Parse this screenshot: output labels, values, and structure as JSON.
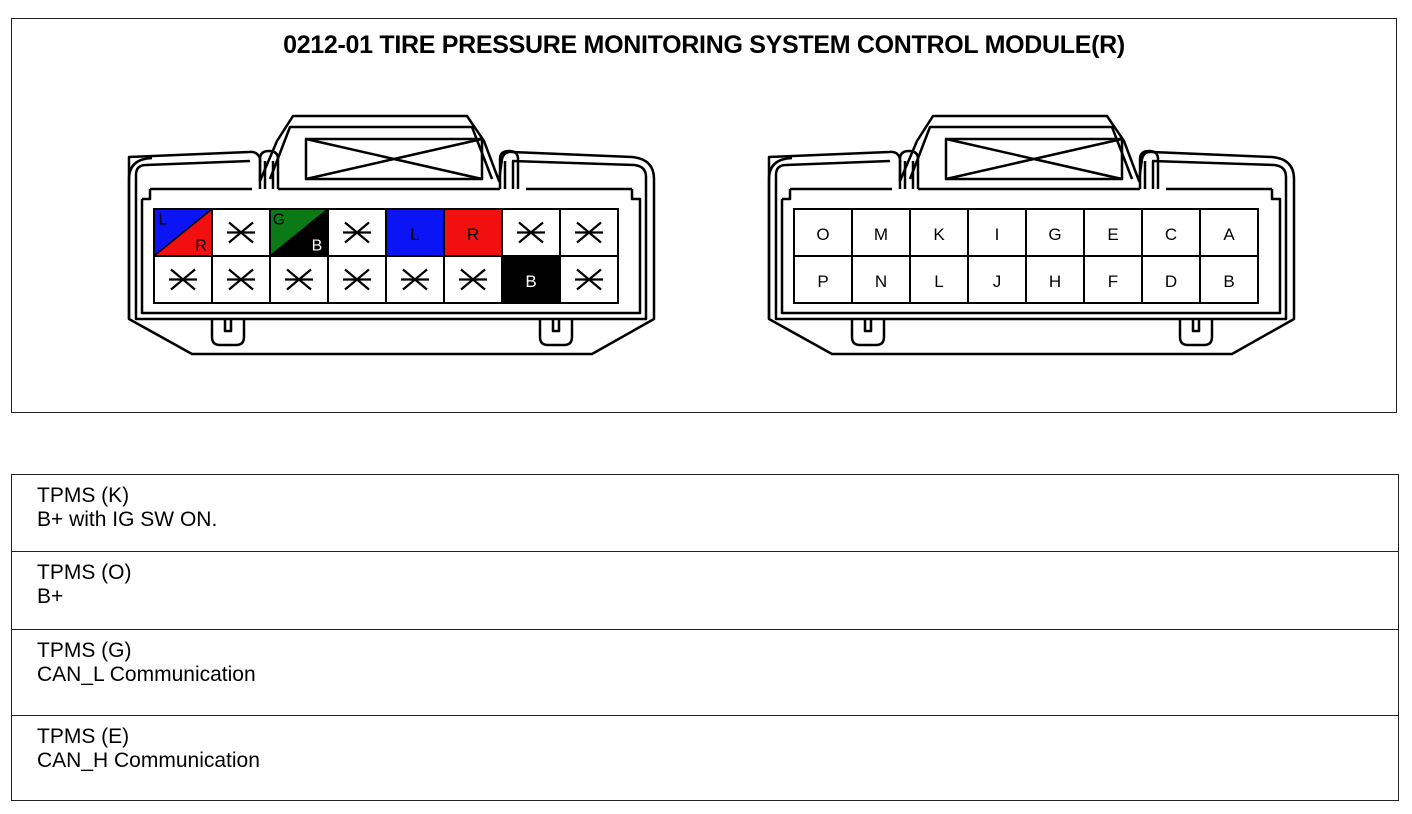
{
  "title": "0212-01 TIRE PRESSURE MONITORING SYSTEM CONTROL MODULE(R)",
  "colors": {
    "blue": "#0a14f5",
    "red": "#f20f0f",
    "green": "#0b7a16",
    "black": "#000000",
    "outline": "#000000"
  },
  "left_connector": {
    "rows": [
      [
        {
          "type": "split",
          "top": "L",
          "bottom": "R",
          "top_color": "#0a14f5",
          "bottom_color": "#f20f0f",
          "top_text_color": "#000000",
          "bottom_text_color": "#000000"
        },
        {
          "type": "empty"
        },
        {
          "type": "split",
          "top": "G",
          "bottom": "B",
          "top_color": "#0b7a16",
          "bottom_color": "#000000",
          "top_text_color": "#000000",
          "bottom_text_color": "#ffffff"
        },
        {
          "type": "empty"
        },
        {
          "type": "solid",
          "label": "L",
          "color": "#0a14f5",
          "text_color": "#000000"
        },
        {
          "type": "solid",
          "label": "R",
          "color": "#f20f0f",
          "text_color": "#000000"
        },
        {
          "type": "empty"
        },
        {
          "type": "empty"
        }
      ],
      [
        {
          "type": "empty"
        },
        {
          "type": "empty"
        },
        {
          "type": "empty"
        },
        {
          "type": "empty"
        },
        {
          "type": "empty"
        },
        {
          "type": "empty"
        },
        {
          "type": "solid",
          "label": "B",
          "color": "#000000",
          "text_color": "#ffffff"
        },
        {
          "type": "empty"
        }
      ]
    ]
  },
  "right_connector": {
    "rows": [
      [
        "O",
        "M",
        "K",
        "I",
        "G",
        "E",
        "C",
        "A"
      ],
      [
        "P",
        "N",
        "L",
        "J",
        "H",
        "F",
        "D",
        "B"
      ]
    ]
  },
  "descriptions": [
    {
      "name": "TPMS (K)",
      "detail": "B+ with IG SW ON."
    },
    {
      "name": "TPMS (O)",
      "detail": "B+"
    },
    {
      "name": "TPMS (G)",
      "detail": "CAN_L Communication"
    },
    {
      "name": "TPMS (E)",
      "detail": "CAN_H Communication"
    }
  ]
}
